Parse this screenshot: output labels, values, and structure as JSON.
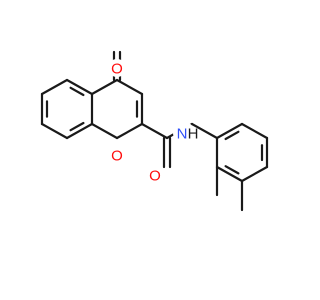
{
  "molecule": {
    "colors": {
      "bond": "#1a1a1a",
      "oxygen": "#ff0d0d",
      "nitrogen": "#3050f8",
      "hydrogen": "#1a1a1a",
      "background": "#ffffff"
    },
    "atoms": [
      {
        "id": "carbonyl_O_pyrone",
        "symbol": "O",
        "label": "O"
      },
      {
        "id": "ring_O",
        "symbol": "O",
        "label": "O"
      },
      {
        "id": "amide_O",
        "symbol": "O",
        "label": "O"
      },
      {
        "id": "amide_N",
        "symbol": "N",
        "label": "N"
      },
      {
        "id": "amide_H",
        "symbol": "H",
        "label": "H"
      }
    ]
  }
}
